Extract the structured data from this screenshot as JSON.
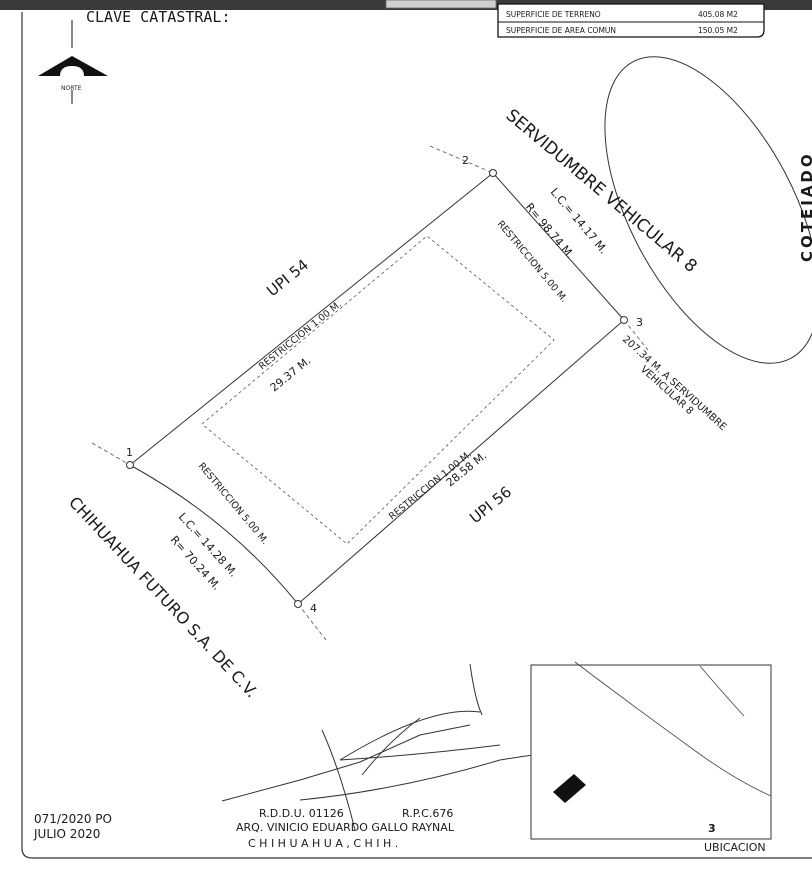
{
  "header": {
    "clave_label": "CLAVE CATASTRAL:",
    "north_label": "NORTE",
    "table": [
      {
        "label": "SUPERFICIE DE TERRENO",
        "value": "405.08 M2"
      },
      {
        "label": "SUPERFICIE DE AREA COMUN",
        "value": "150.05 M2"
      }
    ]
  },
  "side_label": "COTEJADO",
  "plot": {
    "vertices": [
      "1",
      "2",
      "3",
      "4"
    ],
    "street_ne": "SERVIDUMBRE VEHICULAR 8",
    "arc_ne": {
      "lc": "L.C.= 14.17 M.",
      "r": "R= 98.74 M."
    },
    "upi_nw": "UPI 54",
    "upi_se": "UPI 56",
    "side_nw_length": "29.37 M.",
    "side_se_length": "28.58 M.",
    "restriction_nw": "RESTRICCION 1.00 M.",
    "restriction_ne": "RESTRICCION 5.00 M.",
    "restriction_sw": "RESTRICCION 5.00 M.",
    "restriction_se": "RESTRICCION 1.00 M.",
    "distance_line1": "207.34 M. A SERVIDUMBRE",
    "distance_line2": "VEHICULAR 8",
    "street_sw": "CHIHUAHUA FUTURO S.A. DE C.V.",
    "arc_sw": {
      "lc": "L.C.= 14.28 M.",
      "r": "R= 70.24 M."
    }
  },
  "footer": {
    "doc_no": "071/2020 PO",
    "date": "JULIO 2020",
    "rddu": "R.D.D.U. 01126",
    "rpc": "R.P.C.676",
    "architect": "ARQ. VINICIO EDUARDO GALLO RAYNAL",
    "city": "C H I H U A H U A ,     C H I H .",
    "location_number": "3",
    "location_label": "UBICACION"
  }
}
